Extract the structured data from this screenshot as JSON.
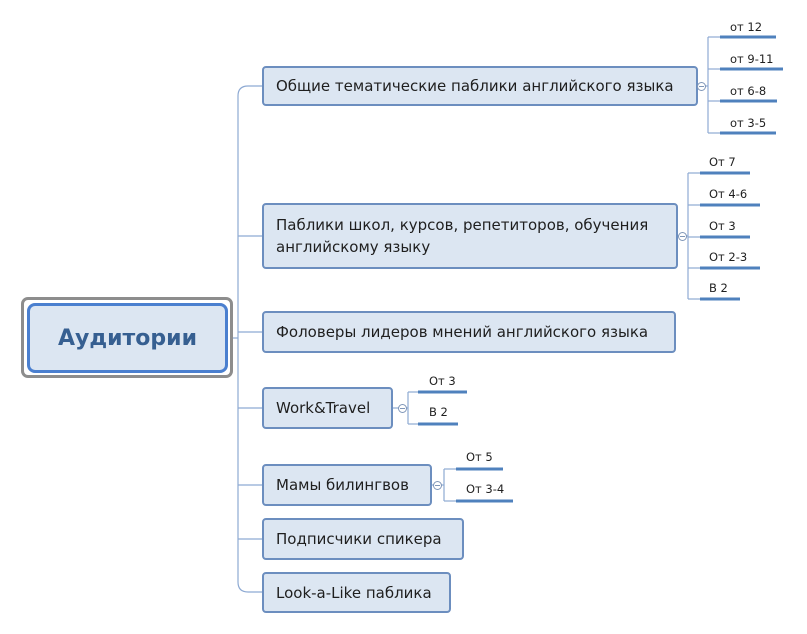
{
  "root": {
    "label": "Аудитории"
  },
  "topics": [
    {
      "label": "Общие тематические паблики английского языка",
      "subtopics": [
        "от 12",
        "от 9-11",
        "от 6-8",
        "от 3-5"
      ]
    },
    {
      "label": "Паблики школ, курсов, репетиторов, обучения английскому языку",
      "subtopics": [
        "От 7",
        "От 4-6",
        "От 3",
        "От 2-3",
        "В 2"
      ]
    },
    {
      "label": "Фоловеры лидеров мнений английского языка",
      "subtopics": []
    },
    {
      "label": "Work&Travel",
      "subtopics": [
        "От 3",
        "В 2"
      ]
    },
    {
      "label": "Мамы билингвов",
      "subtopics": [
        "От 5",
        "От 3-4"
      ]
    },
    {
      "label": "Подписчики спикера",
      "subtopics": []
    },
    {
      "label": "Look-a-Like паблика",
      "subtopics": []
    }
  ],
  "colors": {
    "topic_fill": "#dce6f2",
    "topic_border": "#6c8ebf",
    "root_border": "#4a7fcf",
    "root_text": "#365f91",
    "underline": "#4f81bd",
    "connector": "#8eaad3"
  }
}
